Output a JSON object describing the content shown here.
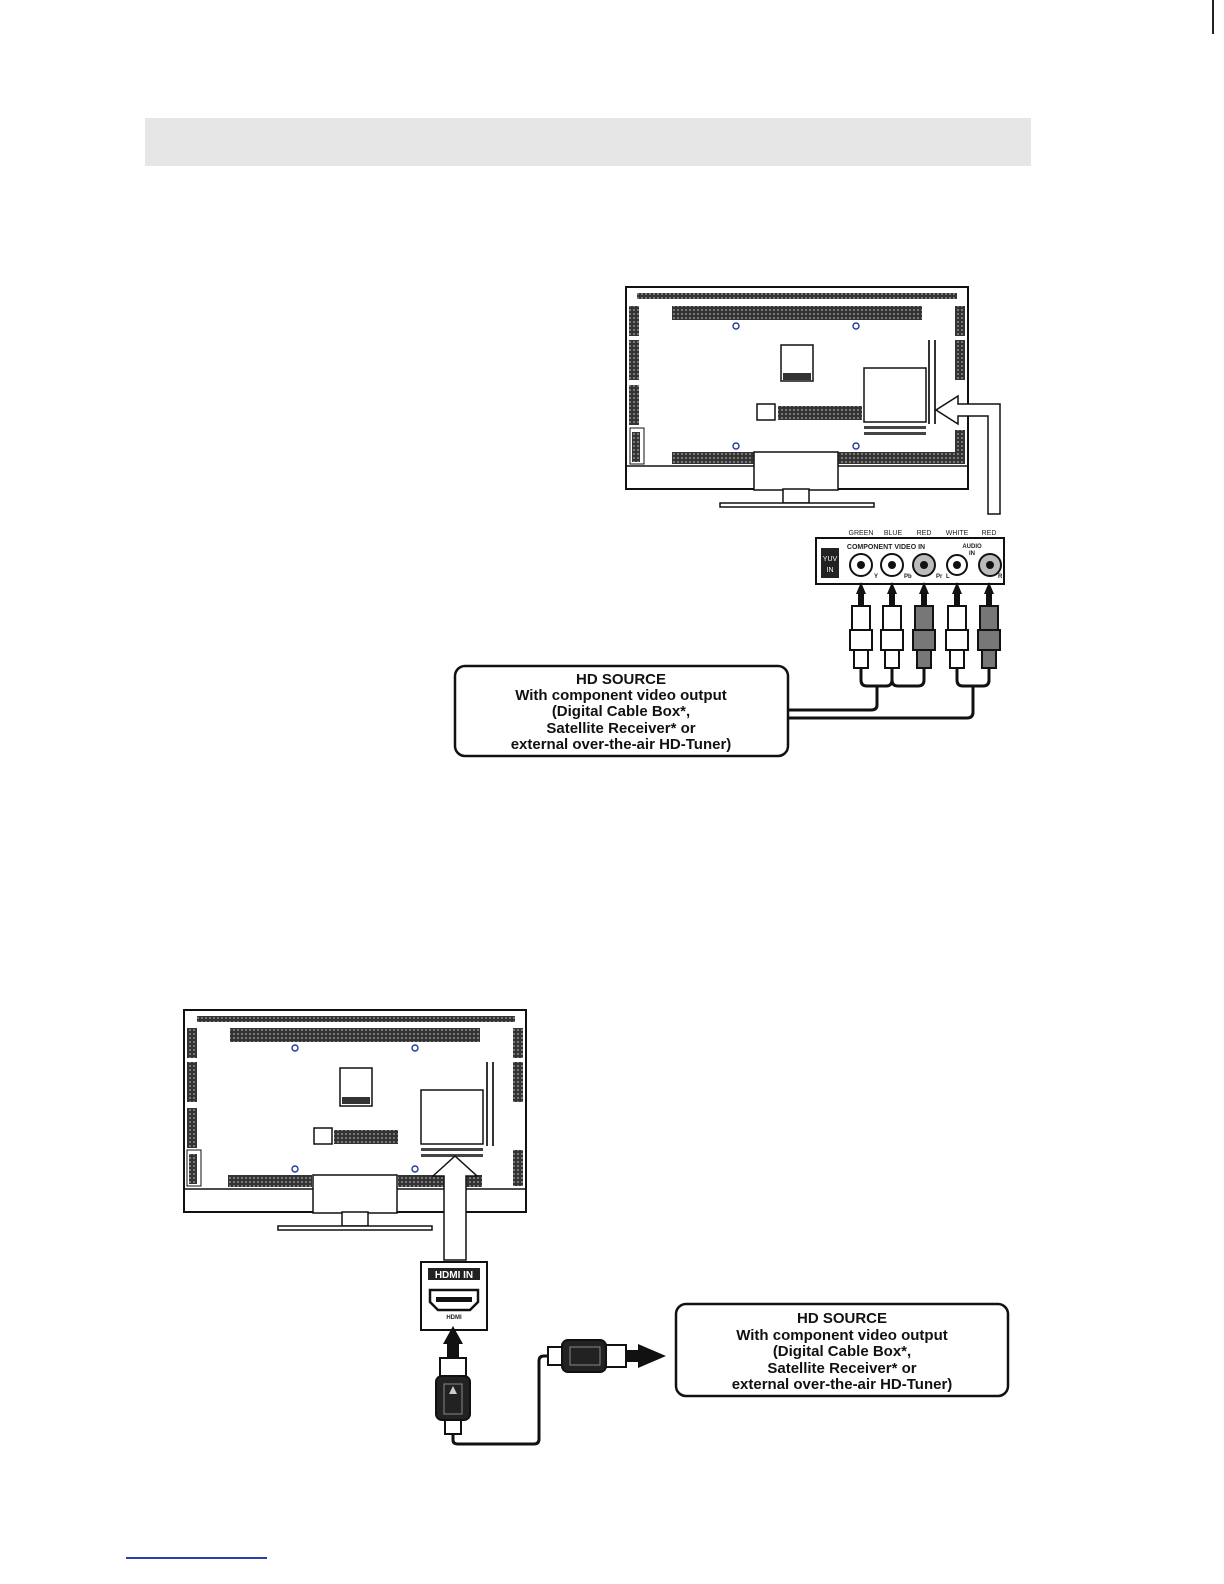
{
  "component_diagram": {
    "port_color_labels": [
      "GREEN",
      "BLUE",
      "RED",
      "WHITE",
      "RED"
    ],
    "panel_title": "COMPONENT VIDEO IN",
    "audio_label_1": "AUDIO",
    "audio_label_2": "IN",
    "yuv_label_1": "YUV",
    "yuv_label_2": "IN",
    "jack_letters": [
      "Y",
      "Pb",
      "Pr",
      "L",
      "R"
    ],
    "source_lines": [
      "HD SOURCE",
      "With component video output",
      "(Digital Cable Box*,",
      "Satellite Receiver* or",
      "external over-the-air HD-Tuner)"
    ]
  },
  "hdmi_diagram": {
    "hdmi_in_label": "HDMI IN",
    "hdmi_port_label": "HDMI",
    "source_lines": [
      "HD SOURCE",
      "With component video output",
      "(Digital Cable Box*,",
      "Satellite Receiver* or",
      "external over-the-air HD-Tuner)"
    ]
  },
  "colors": {
    "header_band": "#e6e6e6",
    "link_rule": "#2b3fa8",
    "line": "#111111"
  }
}
